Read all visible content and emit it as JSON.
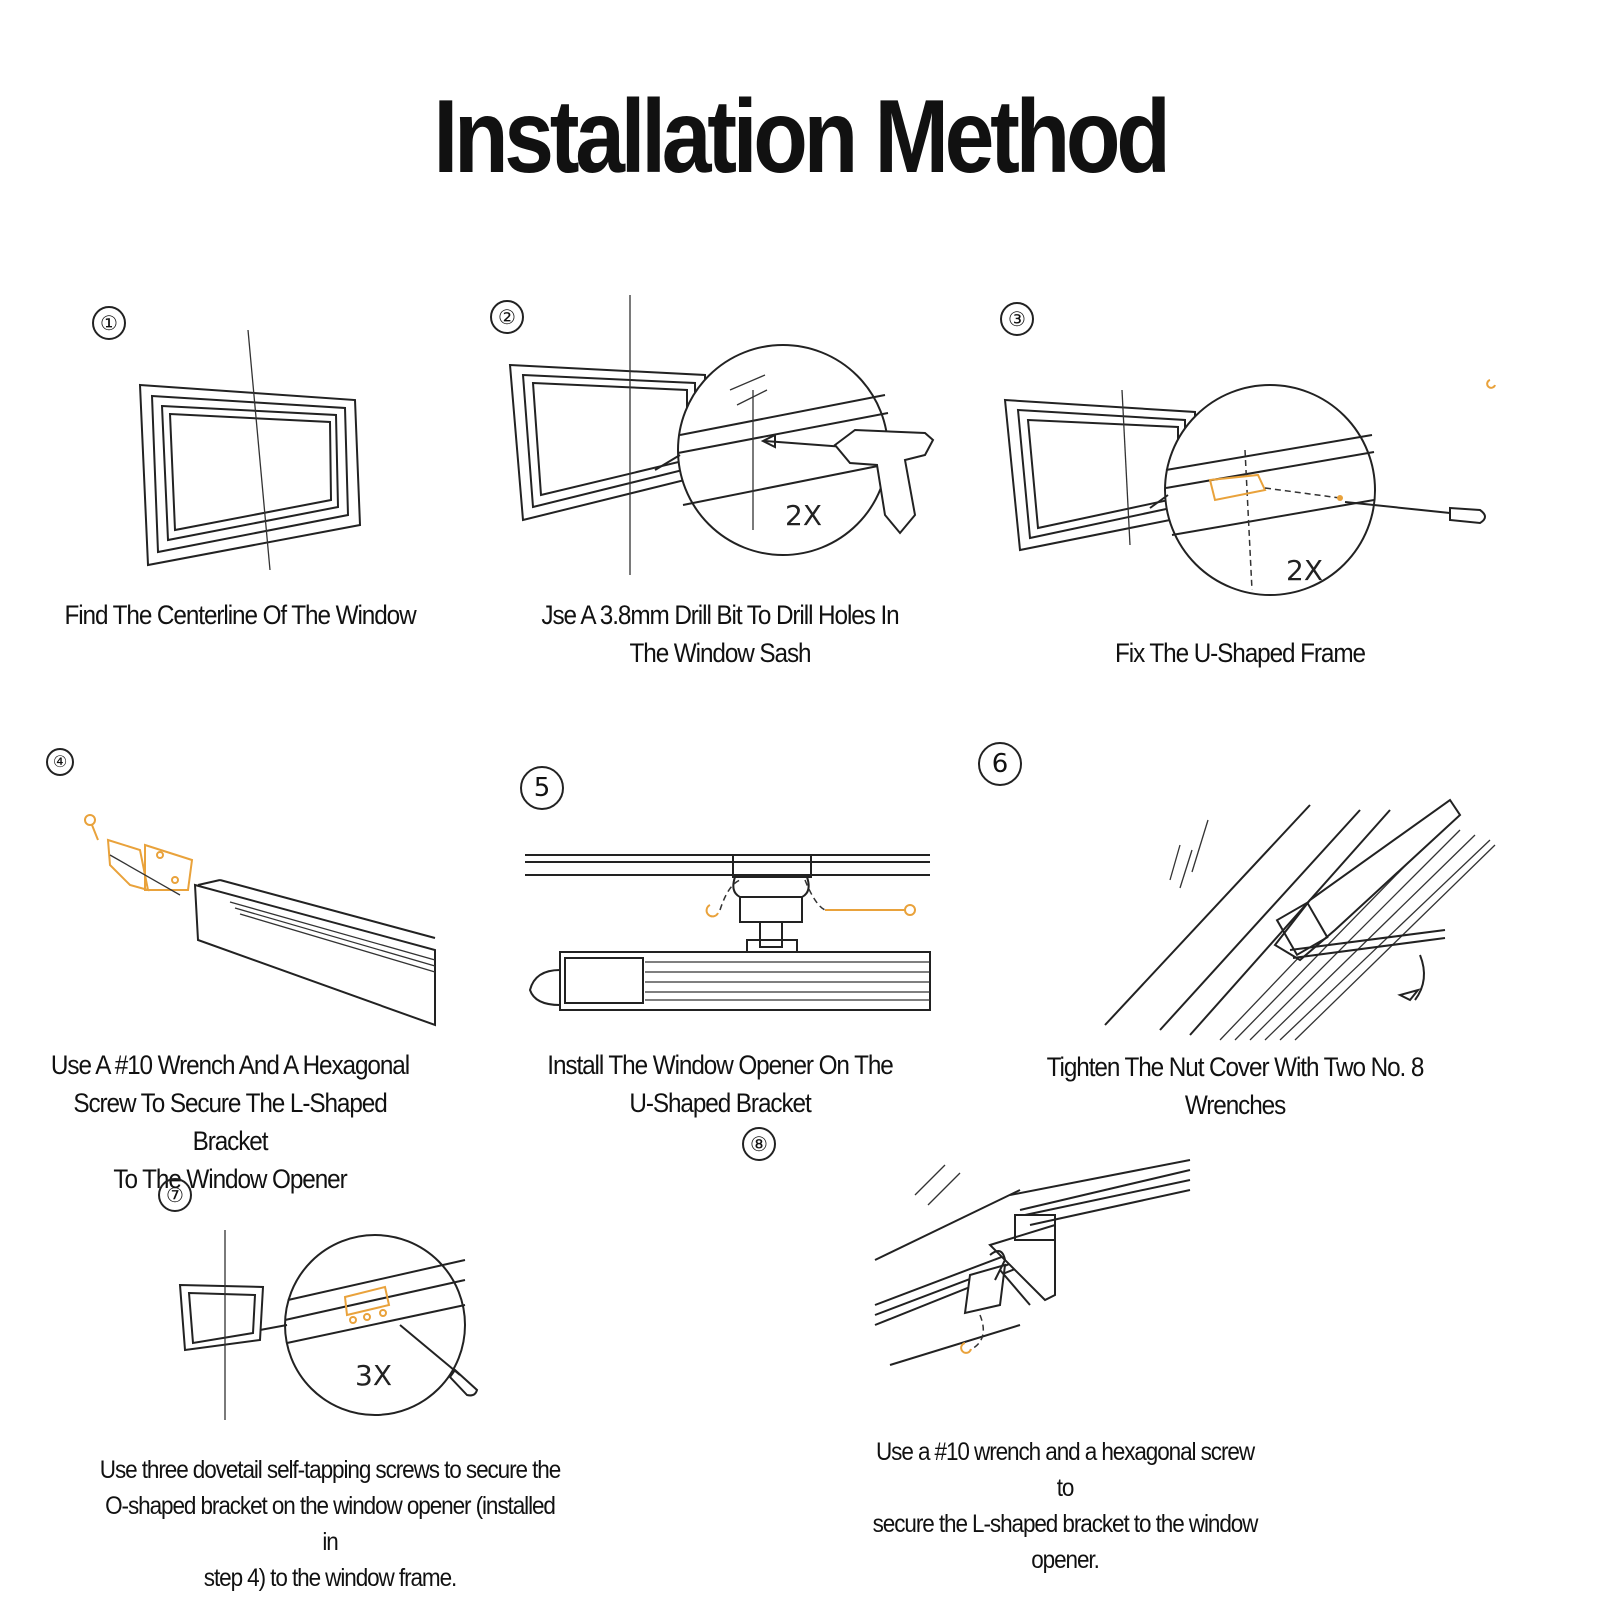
{
  "title": "Installation Method",
  "steps": [
    {
      "number": "①",
      "caption": [
        "Find The Centerline Of The Window"
      ]
    },
    {
      "number": "②",
      "caption": [
        "Jse A 3.8mm Drill Bit To Drill Holes In",
        "The Window Sash"
      ],
      "multiplier": "2X"
    },
    {
      "number": "③",
      "caption": [
        "Fix The U-Shaped Frame"
      ],
      "multiplier": "2X"
    },
    {
      "number": "④",
      "caption": [
        "Use A #10 Wrench And A Hexagonal",
        "Screw To Secure The L-Shaped Bracket",
        "To The Window Opener"
      ]
    },
    {
      "number": "5",
      "caption": [
        "Install The Window Opener On The",
        "U-Shaped Bracket"
      ]
    },
    {
      "number": "6",
      "caption": [
        "Tighten The Nut Cover With Two No. 8",
        "Wrenches"
      ]
    },
    {
      "number": "⑦",
      "caption": [
        "Use three dovetail self-tapping screws to secure the",
        "O-shaped bracket on the window opener (installed in",
        "step 4) to the window frame."
      ],
      "multiplier": "3X"
    },
    {
      "number": "⑧",
      "caption": [
        "Use a #10 wrench and a hexagonal screw to",
        "secure the L-shaped bracket to the window",
        "opener."
      ]
    }
  ],
  "colors": {
    "accent": "#e9a23b",
    "ink": "#222222",
    "background": "#ffffff"
  }
}
